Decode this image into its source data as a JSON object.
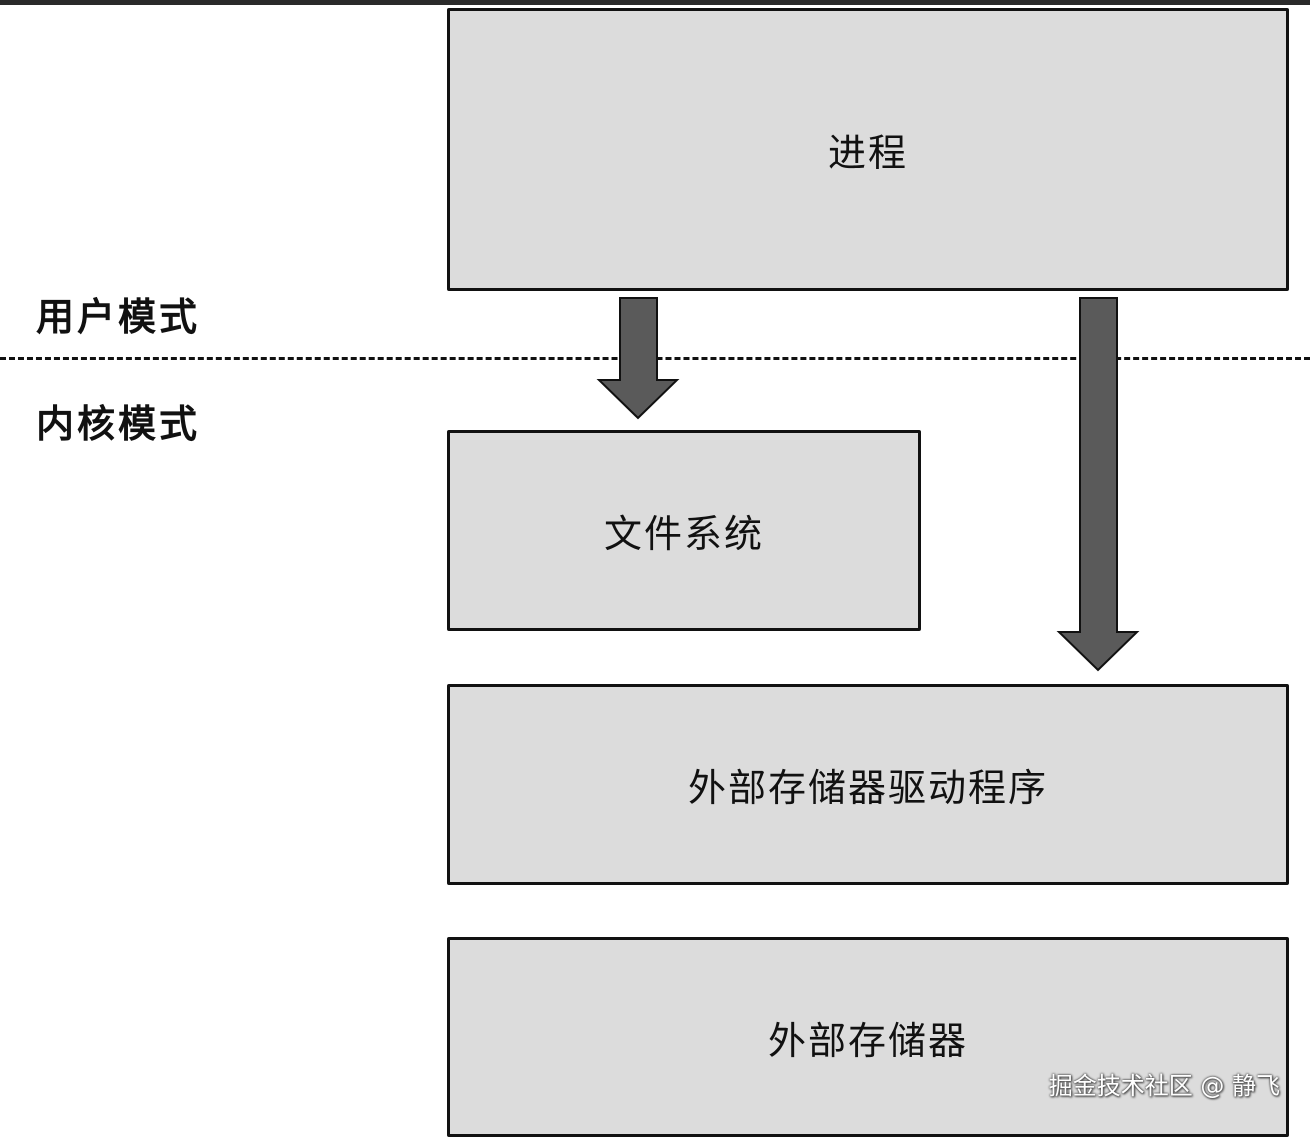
{
  "diagram": {
    "boxes": {
      "process": "进程",
      "file_system": "文件系统",
      "storage_driver": "外部存储器驱动程序",
      "external_storage": "外部存储器"
    },
    "modes": {
      "user": "用户模式",
      "kernel": "内核模式"
    },
    "colors": {
      "box_fill": "#dcdcdc",
      "arrow_fill": "#5a5a5a",
      "stroke": "#111111"
    }
  },
  "watermark": "掘金技术社区 @ 静飞"
}
